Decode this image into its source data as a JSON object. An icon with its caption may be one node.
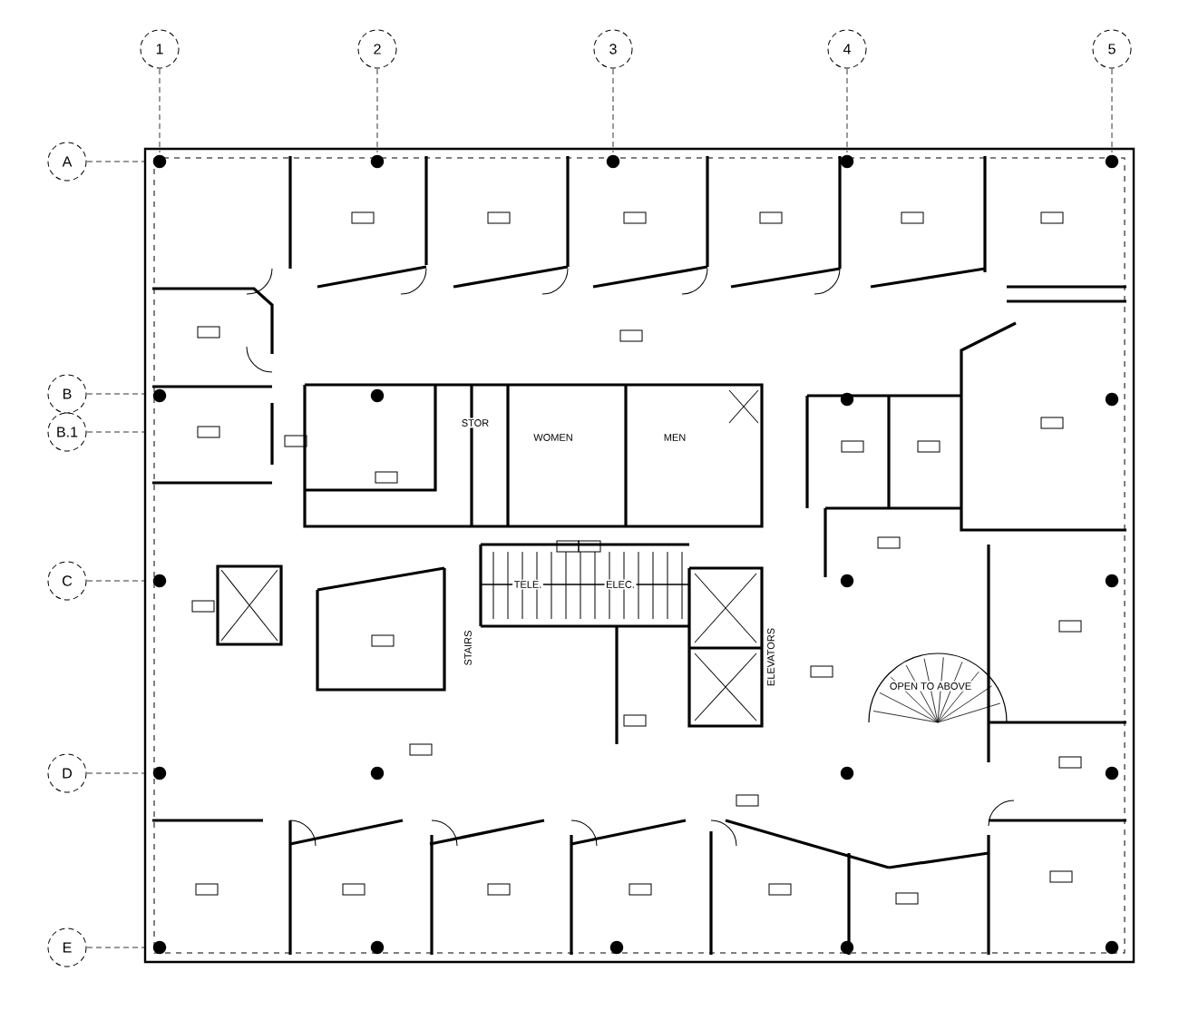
{
  "diagram": {
    "labels": [
      "1",
      "2",
      "3",
      "4",
      "5",
      "A",
      "B",
      "B.1",
      "STOR",
      "WOMEN",
      "MEN",
      "C",
      "TELE.",
      "ELEC.",
      "STAIRS",
      "ELEVATORS",
      "OPEN TO ABOVE",
      "D",
      "E"
    ]
  }
}
